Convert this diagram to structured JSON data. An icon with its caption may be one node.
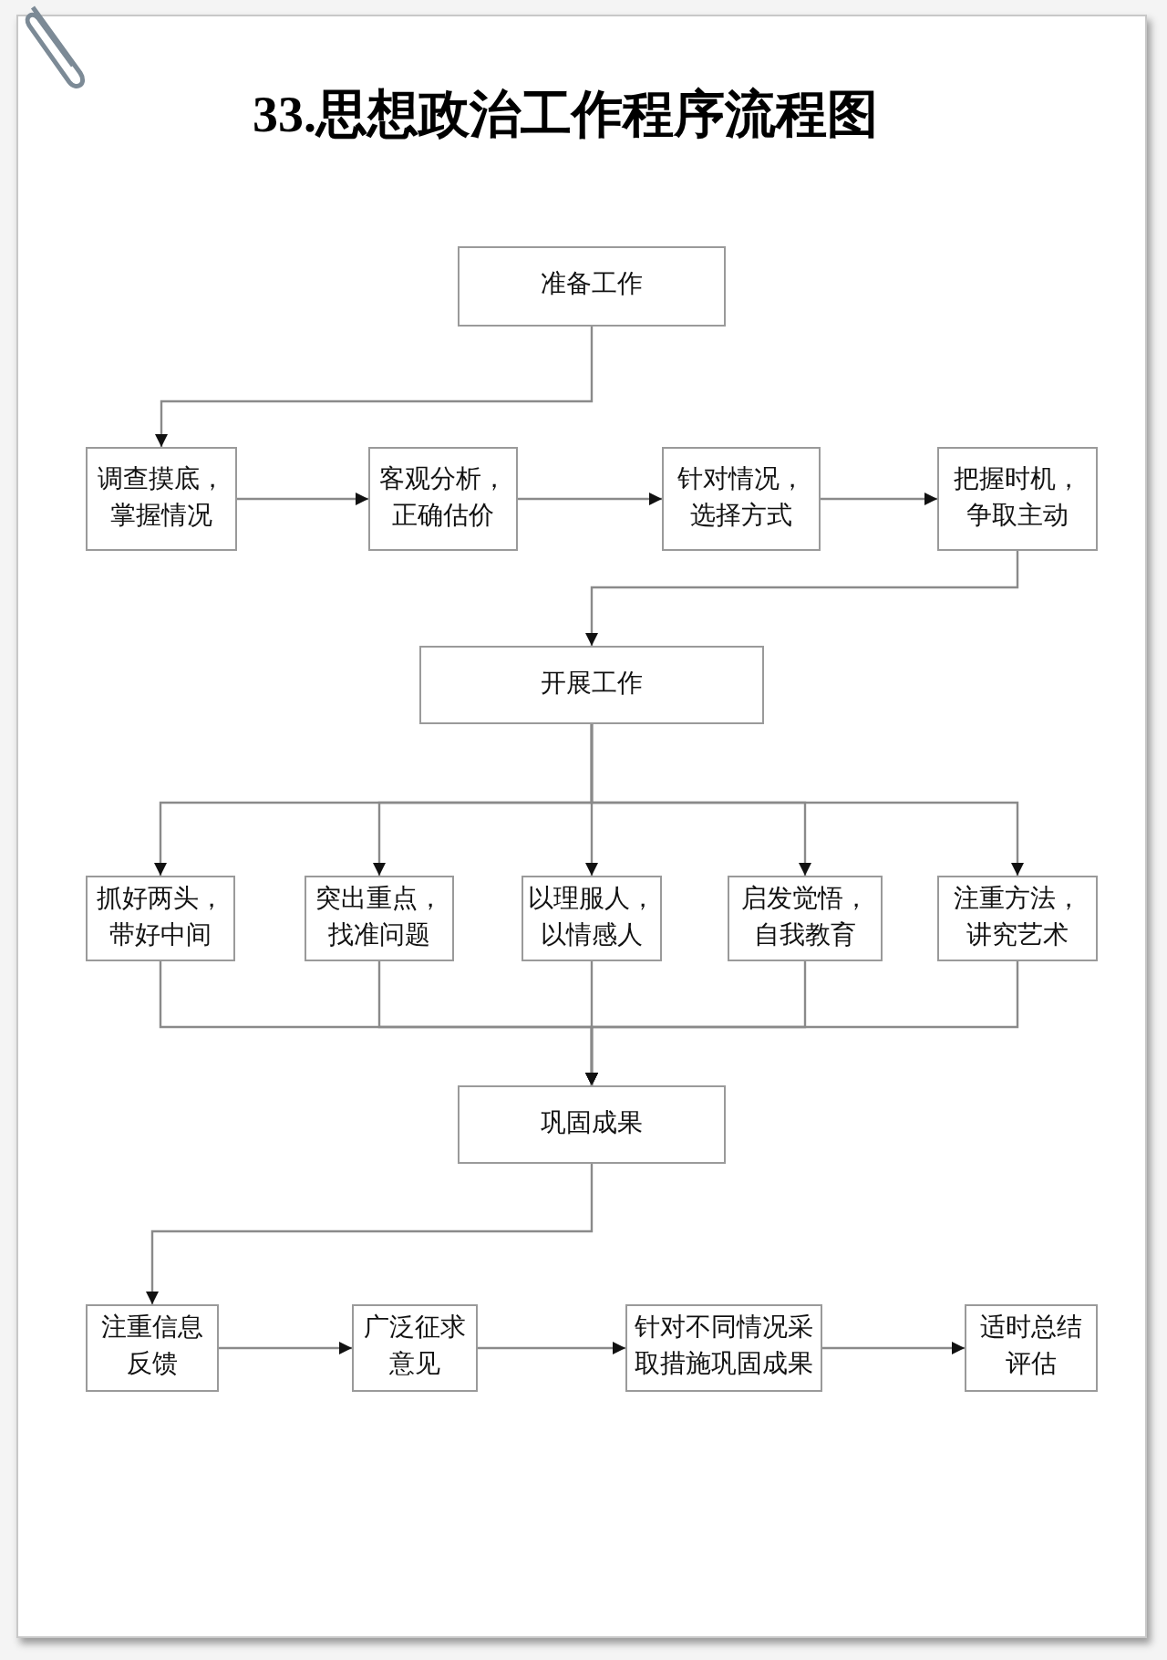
{
  "diagram": {
    "title": "33.思想政治工作程序流程图",
    "nodes": [
      {
        "text": [
          "准备工作"
        ]
      },
      {
        "text": [
          "调查摸底，掌握情况"
        ]
      },
      {
        "text": [
          "客观分析，正确估价"
        ]
      },
      {
        "text": [
          "针对情况，选择方式"
        ]
      },
      {
        "text": [
          "把握时机，争取主动"
        ]
      },
      {
        "text": [
          "开展工作"
        ]
      },
      {
        "text": [
          "抓好两头，带好中间"
        ]
      },
      {
        "text": [
          "突出重点，找准问题"
        ]
      },
      {
        "text": [
          "以理服人，以情感人"
        ]
      },
      {
        "text": [
          "启发觉悟，自我教育"
        ]
      },
      {
        "text": [
          "注重方法，讲究艺术"
        ]
      },
      {
        "text": [
          "巩固成果"
        ]
      },
      {
        "text": [
          "注重信息反馈"
        ]
      },
      {
        "text": [
          "广泛征求意见"
        ]
      },
      {
        "text": [
          "针对不同情况采取措施巩固成果"
        ]
      },
      {
        "text": [
          "适时总结评估"
        ]
      }
    ],
    "edges": [
      {
        "from": 0,
        "to": 1,
        "arrow": "to"
      },
      {
        "from": 1,
        "to": 2,
        "arrow": "to"
      },
      {
        "from": 2,
        "to": 3,
        "arrow": "to"
      },
      {
        "from": 3,
        "to": 4,
        "arrow": "to"
      },
      {
        "from": 4,
        "to": 5,
        "arrow": "to"
      },
      {
        "from": 5,
        "to": 6,
        "arrow": "to"
      },
      {
        "from": 5,
        "to": 7,
        "arrow": "to"
      },
      {
        "from": 5,
        "to": 8,
        "arrow": "to"
      },
      {
        "from": 5,
        "to": 9,
        "arrow": "to"
      },
      {
        "from": 5,
        "to": 10,
        "arrow": "to"
      },
      {
        "from": 6,
        "to": 11,
        "arrow": "to"
      },
      {
        "from": 7,
        "to": 11,
        "arrow": "to"
      },
      {
        "from": 8,
        "to": 11,
        "arrow": "to"
      },
      {
        "from": 9,
        "to": 11,
        "arrow": "to"
      },
      {
        "from": 10,
        "to": 11,
        "arrow": "to"
      },
      {
        "from": 11,
        "to": 12,
        "arrow": "to"
      },
      {
        "from": 12,
        "to": 13,
        "arrow": "to"
      },
      {
        "from": 13,
        "to": 14,
        "arrow": "to"
      },
      {
        "from": 14,
        "to": 15,
        "arrow": "to"
      }
    ]
  }
}
